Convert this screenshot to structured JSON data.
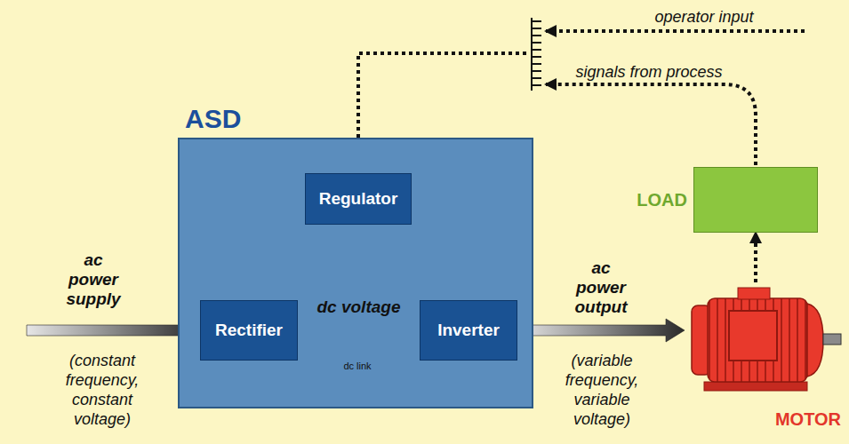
{
  "diagram": {
    "nodes": [
      {
        "text": [
          "ASD"
        ]
      },
      {
        "text": [
          "Regulator"
        ],
        "in": 0
      },
      {
        "text": [
          "Rectifier"
        ],
        "in": 0
      },
      {
        "text": [
          "Inverter"
        ],
        "in": 0
      },
      {
        "text": [
          "LOAD"
        ]
      },
      {
        "text": [
          "MOTOR"
        ]
      }
    ],
    "edges": [
      {
        "from": 1,
        "to": 2,
        "arrow": "to"
      },
      {
        "from": 1,
        "to": 3,
        "arrow": "to"
      },
      {
        "from": 2,
        "to": 3,
        "label": "dc voltage",
        "arrow": "to"
      },
      {
        "from": 3,
        "to": 5,
        "label": "ac power output",
        "arrow": "to"
      },
      {
        "from": 5,
        "to": 4,
        "arrow": "to"
      }
    ],
    "labels": [
      "operator input",
      "signals from process",
      "ac power supply",
      "(constant frequency, constant voltage)",
      "dc link",
      "(variable frequency, variable voltage)"
    ]
  }
}
